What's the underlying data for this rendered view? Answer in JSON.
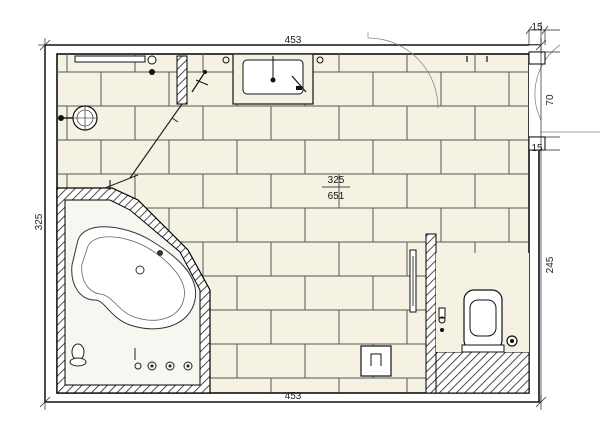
{
  "dimensions": {
    "top_width": "453",
    "bottom_width": "453",
    "left_height": "325",
    "right_lower_height": "245",
    "right_door_height": "70",
    "right_top_segment": "15",
    "right_mid_segment": "15"
  },
  "area_label": {
    "top": "325",
    "bottom": "651"
  },
  "colors": {
    "tile_fill": "#f5f2e3",
    "grout": "#555555",
    "wall": "#000000"
  },
  "icons": [
    "toilet-icon",
    "shower-head-icon",
    "sink-icon",
    "bathtub-icon",
    "radiator-icon",
    "floor-drain-icon",
    "faucet-icon"
  ]
}
